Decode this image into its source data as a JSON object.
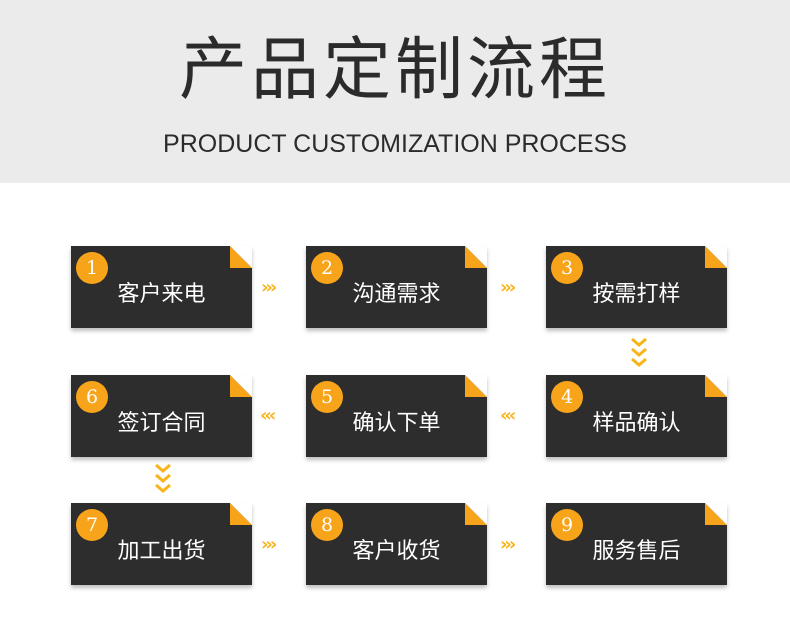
{
  "header": {
    "title": "产品定制流程",
    "subtitle": "PRODUCT CUSTOMIZATION PROCESS"
  },
  "colors": {
    "header_bg": "#ebebeb",
    "card_bg": "#2d2d2d",
    "accent": "#f8a41a",
    "arrow": "#f8b41a"
  },
  "steps": [
    {
      "num": "1",
      "label": "客户来电"
    },
    {
      "num": "2",
      "label": "沟通需求"
    },
    {
      "num": "3",
      "label": "按需打样"
    },
    {
      "num": "4",
      "label": "样品确认"
    },
    {
      "num": "5",
      "label": "确认下单"
    },
    {
      "num": "6",
      "label": "签订合同"
    },
    {
      "num": "7",
      "label": "加工出货"
    },
    {
      "num": "8",
      "label": "客户收货"
    },
    {
      "num": "9",
      "label": "服务售后"
    }
  ],
  "arrows": {
    "right": "›››",
    "left": "‹‹‹"
  }
}
